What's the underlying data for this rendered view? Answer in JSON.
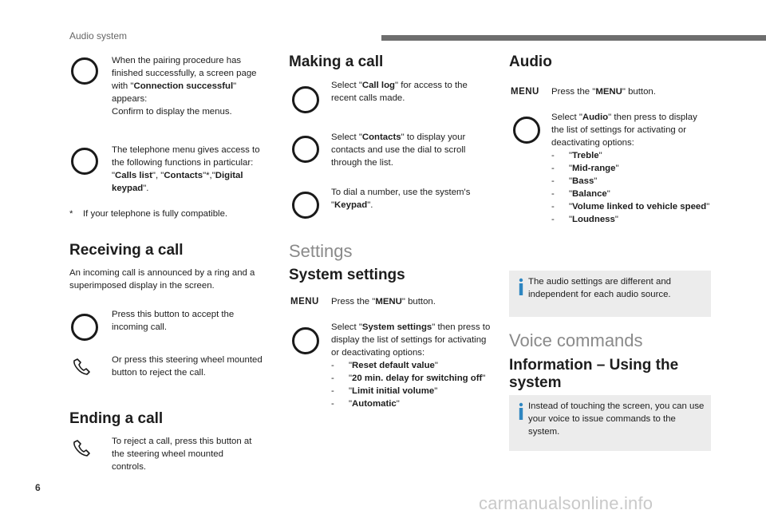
{
  "header": {
    "title": "Audio system"
  },
  "page_number": "6",
  "watermark": "carmanualsonline.info",
  "col1": {
    "pairing_text_1": "When the pairing procedure has finished successfully, a screen page with \"",
    "pairing_bold": "Connection successful",
    "pairing_text_2": "\" appears:",
    "pairing_text_3": "Confirm to display the menus.",
    "menu_text_1": "The telephone menu gives access to the following functions in particular: \"",
    "menu_bold_1": "Calls list",
    "menu_text_2": "\", \"",
    "menu_bold_2": "Contacts",
    "menu_text_3": "\"*,\"",
    "menu_bold_3": "Digital keypad",
    "menu_text_4": "\".",
    "footnote_mark": "*",
    "footnote": "If your telephone is fully compatible.",
    "receiving_heading": "Receiving a call",
    "receiving_intro": "An incoming call is announced by a ring and a superimposed display in the screen.",
    "accept_text": "Press this button to accept the incoming call.",
    "reject_text": "Or press this steering wheel mounted button to reject the call.",
    "ending_heading": "Ending a call",
    "ending_text": "To reject a call, press this button at the steering wheel mounted controls."
  },
  "col2": {
    "making_heading": "Making a call",
    "calllog_text_1": "Select \"",
    "calllog_bold": "Call log",
    "calllog_text_2": "\" for access to the recent calls made.",
    "contacts_text_1": "Select \"",
    "contacts_bold": "Contacts",
    "contacts_text_2": "\" to display your contacts and use the dial to scroll through the list.",
    "keypad_text_1": "To dial a number, use the system's \"",
    "keypad_bold": "Keypad",
    "keypad_text_2": "\".",
    "settings_heading": "Settings",
    "system_heading": "System settings",
    "menu_label": "MENU",
    "press_menu_1": "Press the \"",
    "press_menu_bold": "MENU",
    "press_menu_2": "\" button.",
    "sys_select_1": "Select \"",
    "sys_select_bold": "System settings",
    "sys_select_2": "\" then press to display the list of settings for activating or deactivating options:",
    "sys_options": [
      "Reset default value",
      "20 min. delay for switching off",
      "Limit initial volume",
      "Automatic"
    ],
    "q_open": "\"",
    "q_close": "\""
  },
  "col3": {
    "audio_heading": "Audio",
    "menu_label": "MENU",
    "press_menu_1": "Press the \"",
    "press_menu_bold": "MENU",
    "press_menu_2": "\" button.",
    "audio_select_1": "Select \"",
    "audio_select_bold": "Audio",
    "audio_select_2": "\" then press to display the list of settings for activating or deactivating options:",
    "audio_options": [
      "Treble",
      "Mid-range",
      "Bass",
      "Balance",
      "Volume linked to vehicle speed",
      "Loudness"
    ],
    "info_audio": "The audio settings are different and independent for each audio source.",
    "voice_heading": "Voice commands",
    "info_heading": "Information – Using the system",
    "info_voice": "Instead of touching the screen, you can use your voice to issue commands to the system."
  },
  "colors": {
    "info_accent": "#2e86c1",
    "info_bg": "#ececec",
    "header_bar": "#6e6e6e"
  }
}
